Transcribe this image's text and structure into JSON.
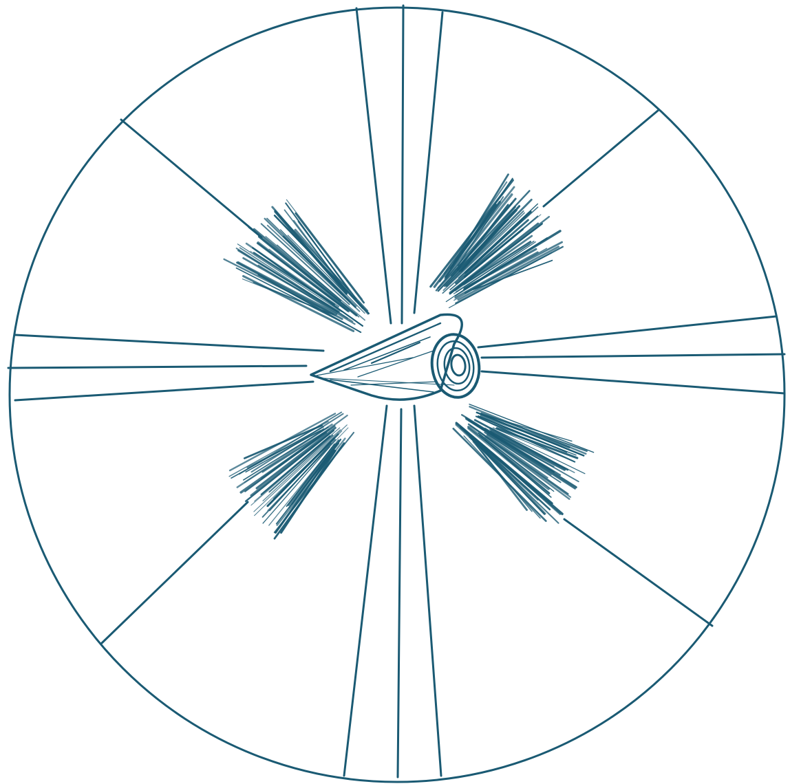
{
  "drawing": {
    "ink_color": "#1a5a73",
    "paper_color": "#ffffff",
    "style": "hand-drawn sketch",
    "elements": [
      "outer-circle",
      "radial-spokes",
      "hatched-rays",
      "central-cone",
      "cone-disc"
    ]
  }
}
